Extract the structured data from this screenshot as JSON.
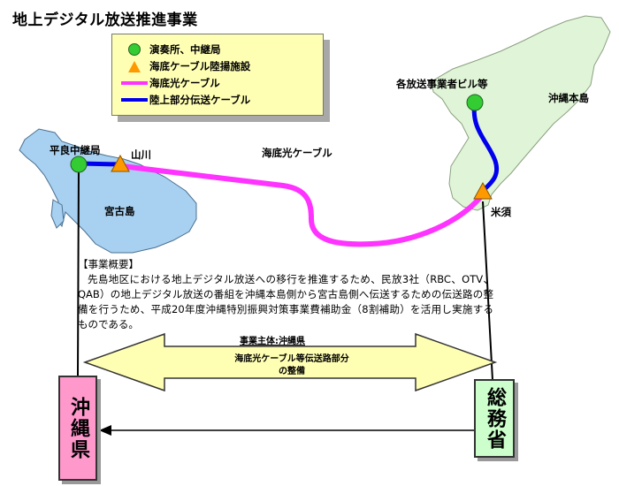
{
  "title": "地上デジタル放送推進事業",
  "legend": {
    "items": [
      {
        "symbol": "green-circle",
        "label": "演奏所、中継局"
      },
      {
        "symbol": "orange-triangle",
        "label": "海底ケーブル陸揚施設"
      },
      {
        "symbol": "magenta-line",
        "label": "海底光ケーブル"
      },
      {
        "symbol": "blue-line",
        "label": "陸上部分伝送ケーブル"
      }
    ]
  },
  "map": {
    "hirara_relay": "平良中継局",
    "yamakawa": "山川",
    "miyako_island": "宮古島",
    "submarine_cable": "海底光ケーブル",
    "broadcaster_building": "各放送事業者ビル等",
    "okinawa_main_island": "沖縄本島",
    "kume": "米須"
  },
  "summary": {
    "heading": "【事業概要】",
    "body": "先島地区における地上デジタル放送への移行を推進するため、民放3社（RBC、OTV、QAB）の地上デジタル放送の番組を沖縄本島側から宮古島側へ伝送するための伝送路の整備を行うため、平成20年度沖縄特別振興対策事業費補助金（8割補助）を活用し実施するものである。"
  },
  "entity": "事業主体:沖縄県",
  "arrow_text": {
    "line1": "海底光ケーブル等伝送路部分",
    "line2": "の整備"
  },
  "boxes": {
    "left": "沖縄県",
    "right": "総務省"
  },
  "colors": {
    "sea_island": "#a8d0f0",
    "okinawa_land": "#e0f5d8",
    "submarine_cable": "#ff33ff",
    "land_cable": "#0000ee",
    "station": "#33cc33",
    "landing": "#ff9900",
    "legend_bg": "#ffffb4",
    "arrow_fill": "#ffffb4",
    "box_left": "#ff99cc",
    "box_right": "#ccffcc"
  }
}
